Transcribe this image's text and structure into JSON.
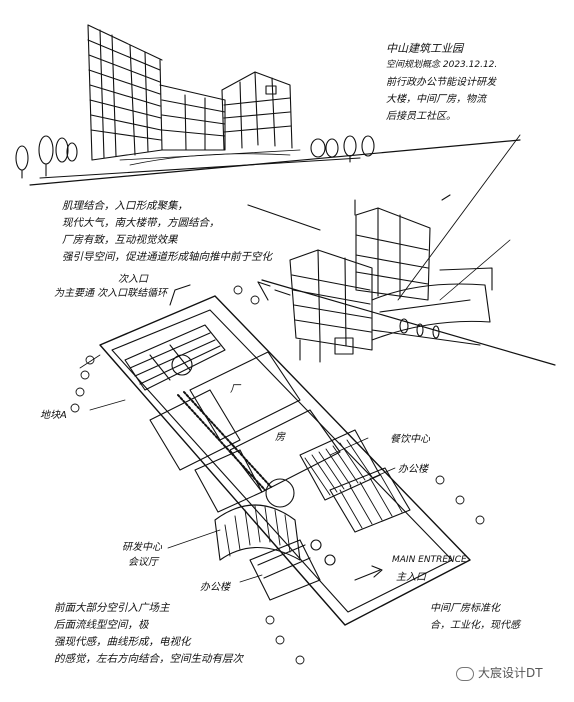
{
  "notes": {
    "top_right": [
      "中山建筑工业园",
      "空间规划概念 2023.12.12.",
      "",
      "前行政办公节能设计研发",
      "大楼，中间厂房，物流",
      "后接员工社区。"
    ],
    "middle_left": [
      "肌理结合，入口形成聚集，",
      "现代大气，南大楼带，方圆结合，",
      "厂房有致，互动视觉效果",
      "强引导空间，促进通道形成轴向推中前于空化"
    ],
    "bottom_left": [
      "前面大部分空引入广场主",
      "后面流线型空间，极",
      "强现代感，曲线形成，电视化",
      "的感觉，左右方向结合，空间生动有层次"
    ],
    "bottom_right": [
      "中间厂房标准化",
      "合，工业化，现代感"
    ]
  },
  "labels": {
    "sub_entrance": "次入口",
    "logistics": "为主要通 次入口联结循环",
    "block_a": "地块A",
    "factory": "厂",
    "factory_2": "房",
    "dining": "餐饮中心",
    "office": "办公楼",
    "rd_center": "研发中心",
    "meeting": "会议厅",
    "office_2": "办公楼",
    "main_entrance": "MAIN ENTRENCE",
    "main_entrance_cn": "主入口"
  },
  "watermark": "大宸设计DT"
}
